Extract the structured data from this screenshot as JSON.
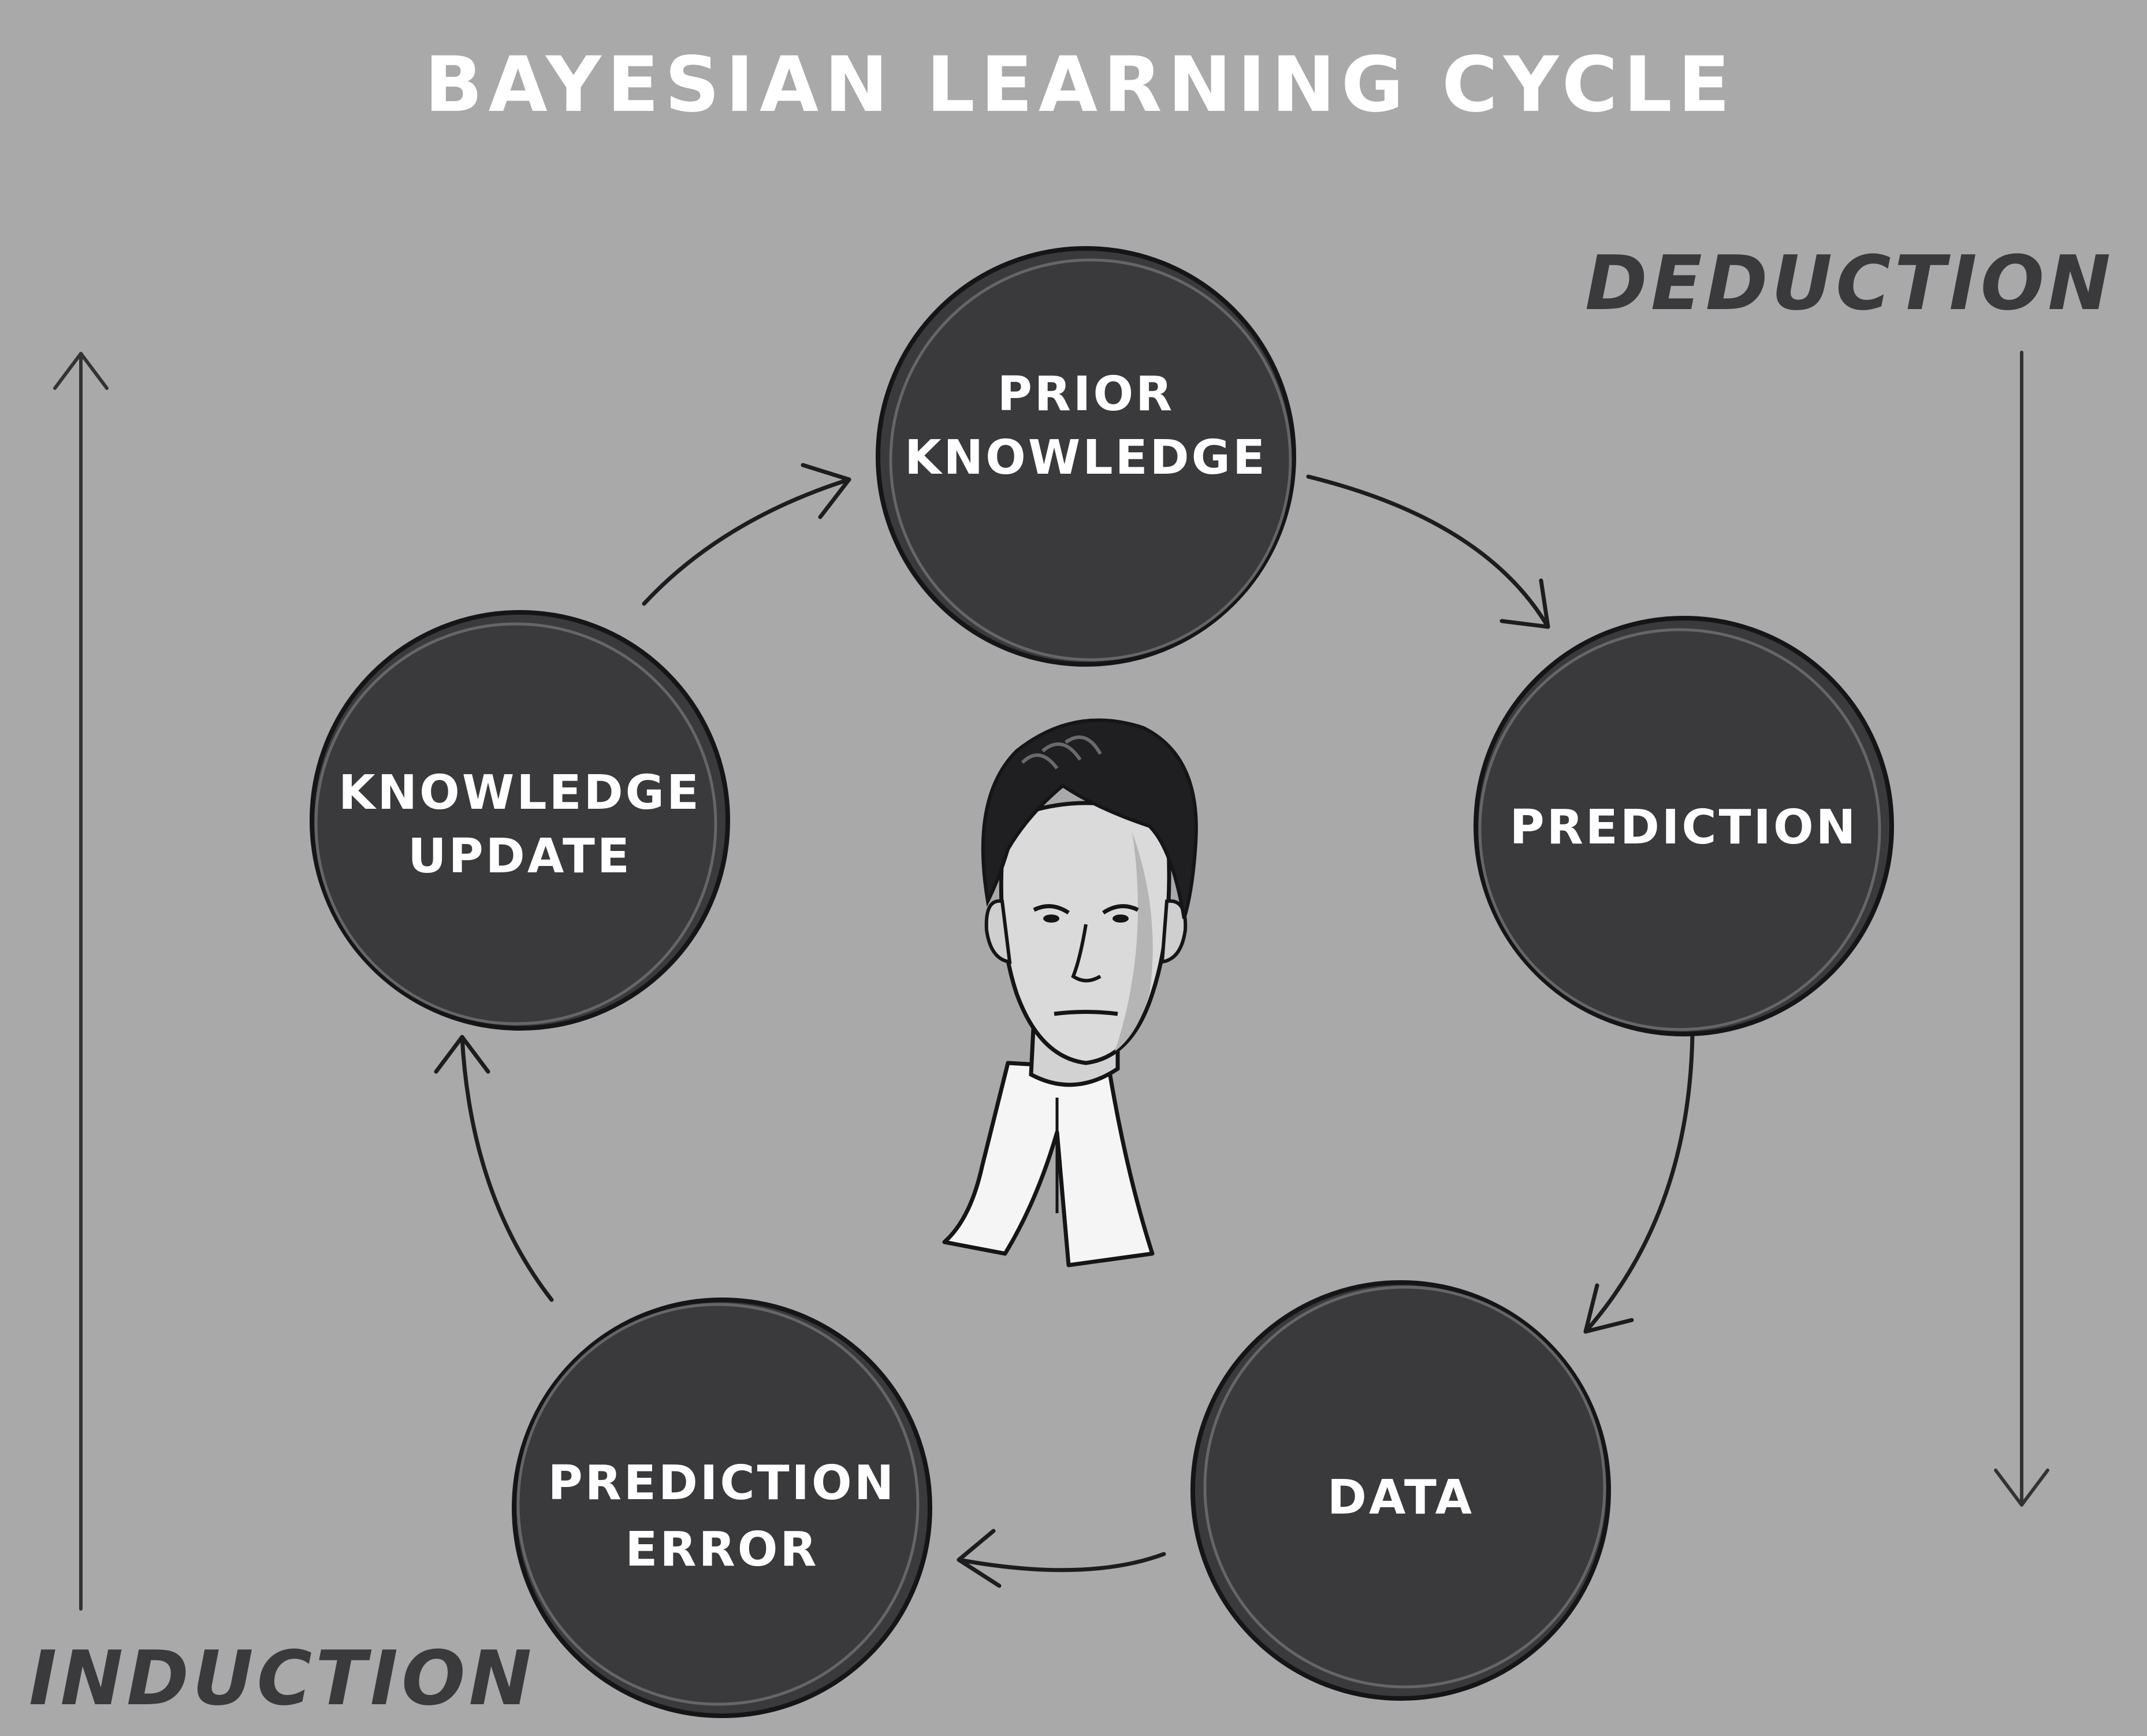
{
  "title": "BAYESIAN LEARNING CYCLE",
  "side_labels": {
    "deduction": "DEDUCTION",
    "induction": "INDUCTION"
  },
  "nodes": [
    {
      "id": "prior-knowledge",
      "lines": [
        "PRIOR",
        "KNOWLEDGE"
      ]
    },
    {
      "id": "prediction",
      "lines": [
        "PREDICTION"
      ]
    },
    {
      "id": "data",
      "lines": [
        "DATA"
      ]
    },
    {
      "id": "prediction-error",
      "lines": [
        "PREDICTION",
        "ERROR"
      ]
    },
    {
      "id": "knowledge-update",
      "lines": [
        "KNOWLEDGE",
        "UPDATE"
      ]
    }
  ],
  "cycle_order": [
    "prior-knowledge",
    "prediction",
    "data",
    "prediction-error",
    "knowledge-update"
  ],
  "center_figure": "portrait-of-thomas-bayes",
  "colors": {
    "background": "#a9a9a9",
    "node_fill": "#3a393b",
    "node_text": "#ffffff",
    "label_text": "#3a393b"
  }
}
